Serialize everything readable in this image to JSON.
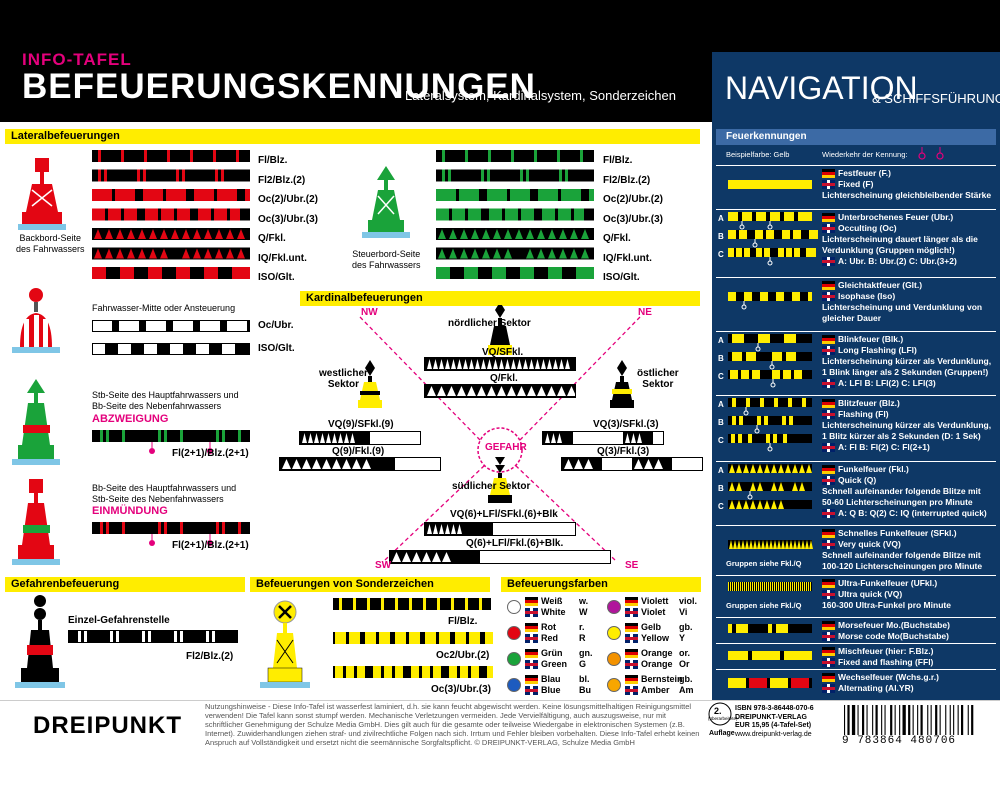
{
  "header": {
    "info_tafel": "INFO-TAFEL",
    "title": "BEFEUERUNGSKENNUNGEN",
    "subtitle": "Lateralsystem, Kardinalsystem, Sonderzeichen",
    "nav": "NAVIGATION",
    "nav_sub": "& SCHIFFSFÜHRUNG"
  },
  "lateral": {
    "title": "Lateralbefeuerungen",
    "backbord": "Backbord-Seite\ndes Fahrwassers",
    "steuerbord": "Steuerbord-Seite\ndes Fahrwassers",
    "labels": [
      "Fl/Blz.",
      "Fl2/Blz.(2)",
      "Oc(2)/Ubr.(2)",
      "Oc(3)/Ubr.(3)",
      "Q/Fkl.",
      "IQ/Fkl.unt.",
      "ISO/Glt."
    ],
    "fahrwasser_mitte": "Fahrwasser-Mitte oder Ansteuerung",
    "mitte_labels": [
      "Oc/Ubr.",
      "ISO/Glt."
    ],
    "stb_text": "Stb-Seite des Hauptfahrwassers und\nBb-Seite des Nebenfahrwassers",
    "abzweigung": "ABZWEIGUNG",
    "abzw_label": "Fl(2+1)/Blz.(2+1)",
    "bb_text": "Bb-Seite des Hauptfahrwassers und\nStb-Seite des Nebenfahrwassers",
    "einmuendung": "EINMÜNDUNG",
    "einm_label": "Fl(2+1)/Blz.(2+1)"
  },
  "kardinal": {
    "title": "Kardinalbefeuerungen",
    "nw": "NW",
    "ne": "NE",
    "sw": "SW",
    "se": "SE",
    "noerdlicher": "nördlicher  Sektor",
    "westlicher": "westlicher\nSektor",
    "oestlicher": "östlicher\nSektor",
    "suedlicher": "südlicher  Sektor",
    "gefahr": "GEFAHR",
    "n1": "VQ/SFkl.",
    "n2": "Q/Fkl.",
    "w1": "VQ(9)/SFkl.(9)",
    "w2": "Q(9)/Fkl.(9)",
    "e1": "VQ(3)/SFkl.(3)",
    "e2": "Q(3)/Fkl.(3)",
    "s1": "VQ(6)+LFl/SFkl.(6)+Blk",
    "s2": "Q(6)+LFl/Fkl.(6)+Blk."
  },
  "gefahren": {
    "title": "Gefahrenbefeuerung",
    "einzel": "Einzel-Gefahrenstelle",
    "label": "Fl2/Blz.(2)"
  },
  "sonder": {
    "title": "Befeuerungen von Sonderzeichen",
    "labels": [
      "Fl/Blz.",
      "Oc2/Ubr.(2)",
      "Oc(3)/Ubr.(3)"
    ]
  },
  "farben": {
    "title": "Befeuerungsfarben",
    "items": [
      {
        "de": "Weiß",
        "en": "White",
        "a": "w.",
        "b": "W",
        "color": "#ffffff"
      },
      {
        "de": "Rot",
        "en": "Red",
        "a": "r.",
        "b": "R",
        "color": "#e30613"
      },
      {
        "de": "Grün",
        "en": "Green",
        "a": "gn.",
        "b": "G",
        "color": "#1aa33a"
      },
      {
        "de": "Blau",
        "en": "Blue",
        "a": "bl.",
        "b": "Bu",
        "color": "#1d5bbf"
      },
      {
        "de": "Violett",
        "en": "Violet",
        "a": "viol.",
        "b": "Vi",
        "color": "#b0169b"
      },
      {
        "de": "Gelb",
        "en": "Yellow",
        "a": "gb.",
        "b": "Y",
        "color": "#ffed00"
      },
      {
        "de": "Orange",
        "en": "Orange",
        "a": "or.",
        "b": "Or",
        "color": "#f39200"
      },
      {
        "de": "Bernstein",
        "en": "Amber",
        "a": "gb.",
        "b": "Am",
        "color": "#f7a600"
      }
    ]
  },
  "feuer": {
    "title": "Feuerkennungen",
    "beispiel": "Beispielfarbe: Gelb",
    "wiederkehr": "Wiederkehr der Kennung:",
    "festfeuer_de": "Festfeuer (F.)",
    "festfeuer_en": "Fixed (F)",
    "festfeuer_desc": "Lichterscheinung gleichbleibender Stärke",
    "ubr_de": "Unterbrochenes Feuer (Ubr.)",
    "ubr_en": "Occulting (Oc)",
    "ubr_desc": "Lichterscheinung dauert länger als die\nVerdunklung (Gruppen möglich!)",
    "ubr_abc": "A: Ubr.   B: Ubr.(2)   C: Ubr.(3+2)",
    "glt_de": "Gleichtaktfeuer (Glt.)",
    "glt_en": "Isophase (Iso)",
    "glt_desc": "Lichterscheinung und Verdunklung von\ngleicher Dauer",
    "blk_de": "Blinkfeuer (Blk.)",
    "blk_en": "Long Flashing (LFl)",
    "blk_desc": "Lichterscheinung kürzer als Verdunklung,\n1 Blink länger als 2 Sekunden (Gruppen!)",
    "blk_abc": "A: LFl    B: LFl(2)    C: LFl(3)",
    "blz_de": "Blitzfeuer (Blz.)",
    "blz_en": "Flashing (Fl)",
    "blz_desc": "Lichterscheinung kürzer als Verdunklung,\n1 Blitz kürzer als 2 Sekunden (D: 1 Sek)",
    "blz_abc": "A: Fl    B: Fl(2)    C: Fl(2+1)",
    "fkl_de": "Funkelfeuer (Fkl.)",
    "fkl_en": "Quick (Q)",
    "fkl_desc": "Schnell aufeinander folgende Blitze mit\n50-60 Lichterscheinungen pro Minute",
    "fkl_abc": "A: Q   B: Q(2)   C: IQ (interrupted quick)",
    "sfkl_de": "Schnelles Funkelfeuer (SFkl.)",
    "sfkl_en": "Very quick (VQ)",
    "sfkl_desc": "Schnell aufeinander folgende Blitze mit\n100-120 Lichterscheinungen pro Minute",
    "gruppen1": "Gruppen siehe Fkl./Q",
    "ufkl_de": "Ultra-Funkelfeuer (UFkl.)",
    "ufkl_en": "Ultra quick (VQ)",
    "ufkl_desc": "160-300 Ultra-Funkel pro Minute",
    "gruppen2": "Gruppen siehe Fkl./Q",
    "mo_de": "Morsefeuer Mo.(Buchstabe)",
    "mo_en": "Morse code Mo(Buchstabe)",
    "misch_de": "Mischfeuer (hier: F.Blz.)",
    "misch_en": "Fixed and flashing (FFl)",
    "wechsel_de": "Wechselfeuer (Wchs.g.r.)",
    "wechsel_en": "Alternating (Al.YR)"
  },
  "footer": {
    "dreipunkt": "DREIPUNKT",
    "notice": "Nutzungshinweise - Diese Info-Tafel ist wasserfest laminiert, d.h. sie kann feucht abgewischt werden. Keine lösungsmittelhaltigen Reinigungsmittel verwenden! Die Tafel kann sonst stumpf werden. Mechanische Verletzungen vermeiden. Jede Vervielfältigung, auch auszugsweise, nur mit schriftlicher Genehmigung der Schulze Media GmbH. Dies gilt auch für die gesamte oder teilweise Wiedergabe in elektronischen Systemen (z.B. Internet). Zuwiderhandlungen ziehen straf- und zivilrechtliche Folgen nach sich. Irrtum und Fehler bleiben vorbehalten. Diese Info-Tafel erhebt keinen Anspruch auf Vollständigkeit und ersetzt nicht die seemännische Sorgfaltspflicht. © DREIPUNKT-VERLAG, Schulze Media GmbH",
    "auflage_num": "2.",
    "auflage_small": "(überarbeitete)",
    "auflage": "Auflage",
    "isbn": "ISBN  978-3-86448-070-6",
    "verlag": "DREIPUNKT-VERLAG",
    "price": "EUR 15,95   (4-Tafel-Set)",
    "web": "www.dreipunkt-verlag.de",
    "barcode_num": "9 783864 480706"
  }
}
